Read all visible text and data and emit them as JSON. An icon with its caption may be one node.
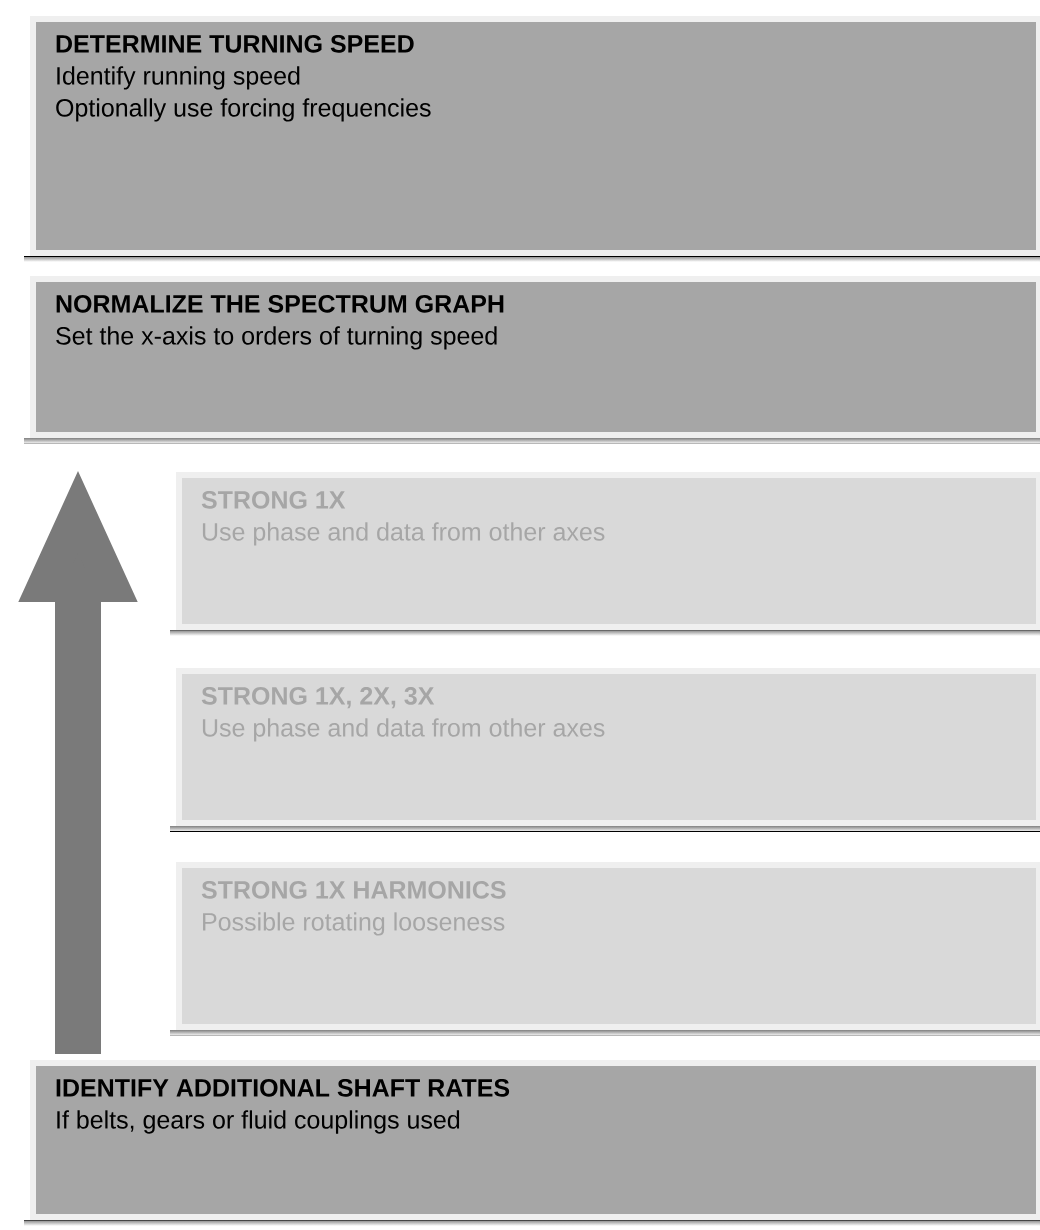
{
  "diagram": {
    "nodes": [
      {
        "text": [
          "DETERMINE TURNING SPEED",
          "Identify running speed",
          "Optionally use forcing frequencies"
        ]
      },
      {
        "text": [
          "NORMALIZE THE SPECTRUM GRAPH",
          "Set the x-axis to orders of turning speed"
        ]
      },
      {
        "text": [
          "STRONG 1X",
          "Use phase and data from other axes"
        ]
      },
      {
        "text": [
          "STRONG 1X, 2X, 3X",
          "Use phase and data from other axes"
        ]
      },
      {
        "text": [
          "STRONG 1X HARMONICS",
          "Possible rotating looseness"
        ]
      },
      {
        "text": [
          "IDENTIFY ADDITIONAL SHAFT RATES",
          "If belts, gears or fluid couplings used"
        ]
      }
    ],
    "edges": [
      {
        "from": 5,
        "to": 1,
        "arrow": "to"
      }
    ]
  }
}
